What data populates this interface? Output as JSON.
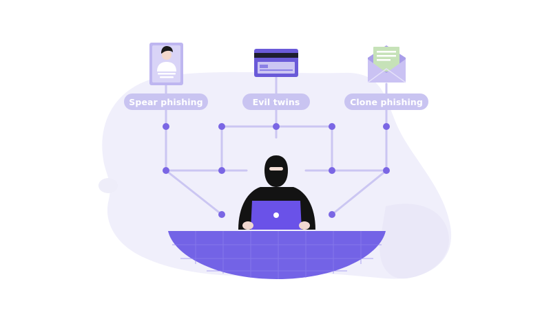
{
  "labels": {
    "spear": "Spear phishing",
    "evil": "Evil twins",
    "clone": "Clone phishing"
  },
  "icons": {
    "spear": "id-card-person-icon",
    "evil": "credit-card-icon",
    "clone": "envelope-letter-icon",
    "figure": "hooded-hacker-with-laptop"
  },
  "colors": {
    "blob": "#efeefb",
    "blob_dark": "#e6e4f8",
    "line": "#c9c4f1",
    "node": "#7a66e4",
    "pill": "#c9c4f1",
    "desk": "#7363e6",
    "laptop": "#6a52e8",
    "figure": "#111111",
    "skin": "#f1d8d0"
  }
}
